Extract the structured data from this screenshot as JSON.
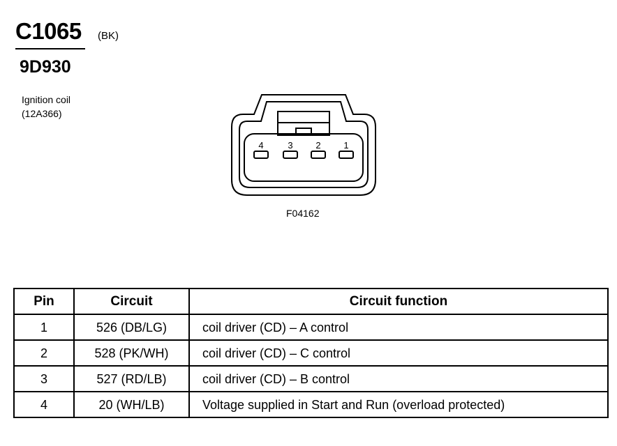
{
  "header": {
    "connector_id": "C1065",
    "color_code": "(BK)",
    "part_number": "9D930",
    "description_line1": "Ignition coil",
    "description_line2": "(12A366)"
  },
  "connector": {
    "pin_labels": [
      "4",
      "3",
      "2",
      "1"
    ],
    "figure_id": "F04162"
  },
  "table": {
    "headers": {
      "pin": "Pin",
      "circuit": "Circuit",
      "function": "Circuit function"
    },
    "rows": [
      {
        "pin": "1",
        "circuit": "526 (DB/LG)",
        "function": "coil driver (CD) – A control"
      },
      {
        "pin": "2",
        "circuit": "528 (PK/WH)",
        "function": "coil driver (CD) – C control"
      },
      {
        "pin": "3",
        "circuit": "527 (RD/LB)",
        "function": "coil driver (CD) – B control"
      },
      {
        "pin": "4",
        "circuit": "20 (WH/LB)",
        "function": "Voltage supplied in Start and Run (overload protected)"
      }
    ]
  }
}
